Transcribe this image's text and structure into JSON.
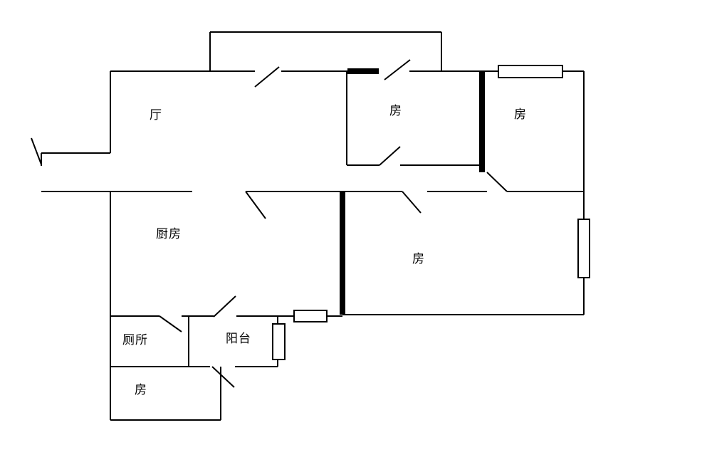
{
  "floorplan": {
    "background_color": "#ffffff",
    "line_color": "#000000",
    "rooms": [
      {
        "name": "hall",
        "label": "厅"
      },
      {
        "name": "bedroom-top-middle",
        "label": "房"
      },
      {
        "name": "bedroom-top-right",
        "label": "房"
      },
      {
        "name": "kitchen",
        "label": "厨房"
      },
      {
        "name": "bedroom-right",
        "label": "房"
      },
      {
        "name": "toilet",
        "label": "厕所"
      },
      {
        "name": "balcony",
        "label": "阳台"
      },
      {
        "name": "bedroom-bottom",
        "label": "房"
      }
    ]
  }
}
